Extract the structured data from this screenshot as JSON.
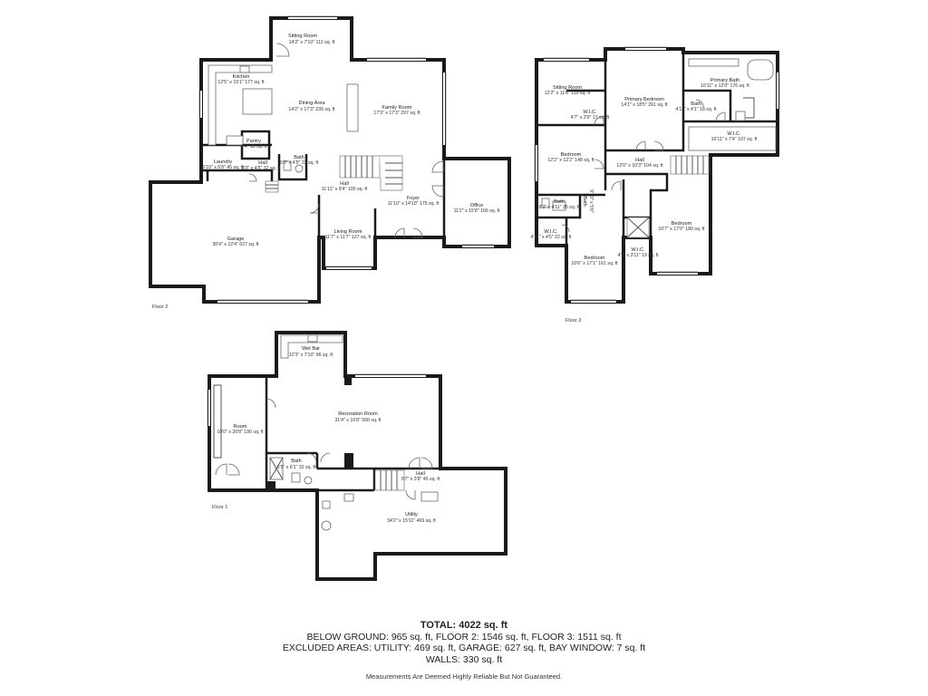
{
  "floors": [
    {
      "id": "floor-2",
      "label": "Floor 2",
      "rooms": [
        {
          "id": "sitting-room",
          "name": "Sitting Room",
          "dims": "14'2\" x 7'10\" 112 sq. ft"
        },
        {
          "id": "kitchen",
          "name": "Kitchen",
          "dims": "12'5\" x 15'1\" 177 sq. ft"
        },
        {
          "id": "dining-area",
          "name": "Dining Area",
          "dims": "14'2\" x 17'3\" 239 sq. ft"
        },
        {
          "id": "family-room",
          "name": "Family Room",
          "dims": "17'3\" x 17'3\" 297 sq. ft"
        },
        {
          "id": "pantry",
          "name": "Pantry",
          "dims": "4'4\" 18 sq. ft"
        },
        {
          "id": "laundry",
          "name": "Laundry",
          "dims": "6'10\" x 6'8\" 45 sq. ft"
        },
        {
          "id": "hall-small",
          "name": "Hall",
          "dims": "8'3\" x 4'5\" 32 sq. ft"
        },
        {
          "id": "bath",
          "name": "Bath",
          "dims": "5'0\" x 4'5\" 22 sq. ft"
        },
        {
          "id": "hall",
          "name": "Hall",
          "dims": "11'11\" x 8'4\" 100 sq. ft"
        },
        {
          "id": "foyer",
          "name": "Foyer",
          "dims": "11'10\" x 14'10\" 175 sq. ft"
        },
        {
          "id": "office",
          "name": "Office",
          "dims": "11'2\" x 15'8\" 166 sq. ft"
        },
        {
          "id": "garage",
          "name": "Garage",
          "dims": "30'4\" x 22'4\" 627 sq. ft"
        },
        {
          "id": "living-room",
          "name": "Living Room",
          "dims": "11'7\" x 11'7\" 127 sq. ft"
        }
      ]
    },
    {
      "id": "floor-3",
      "label": "Floor 3",
      "rooms": [
        {
          "id": "sitting-room",
          "name": "Sitting Room",
          "dims": "12'2\" x 11'6\" 119 sq. ft"
        },
        {
          "id": "primary-bedroom",
          "name": "Primary Bedroom",
          "dims": "14'1\" x 18'5\" 261 sq. ft"
        },
        {
          "id": "primary-bath",
          "name": "Primary Bath",
          "dims": "16'11\" x 12'0\" 176 sq. ft"
        },
        {
          "id": "wic-1",
          "name": "W.I.C.",
          "dims": "4'7\" x 3'9\" 17 sq. ft"
        },
        {
          "id": "bath-1",
          "name": "Bath",
          "dims": "4'11\" x 4'1\" 18 sq. ft"
        },
        {
          "id": "wic-2",
          "name": "W.I.C.",
          "dims": "16'11\" x 7'4\" 107 sq. ft"
        },
        {
          "id": "bedroom-1",
          "name": "Bedroom",
          "dims": "12'2\" x 12'2\" 148 sq. ft"
        },
        {
          "id": "hall",
          "name": "Hall",
          "dims": "12'0\" x 10'3\" 104 sq. ft"
        },
        {
          "id": "bath-2",
          "name": "Bath",
          "dims": "8'3\" x 4'11\" 35 sq. ft"
        },
        {
          "id": "bath-3",
          "name": "Bath",
          "dims": "9'10\" x 5'6\""
        },
        {
          "id": "wic-3",
          "name": "W.I.C.",
          "dims": "4'11\" x 4'5\" 22 sq. ft"
        },
        {
          "id": "bedroom-2",
          "name": "Bedroom",
          "dims": "10'6\" x 17'1\" 161 sq. ft"
        },
        {
          "id": "bedroom-3",
          "name": "Bedroom",
          "dims": "10'7\" x 17'0\" 180 sq. ft"
        },
        {
          "id": "wic-4",
          "name": "W.I.C.",
          "dims": "4'9\" x 3'11\" 19 sq. ft"
        }
      ]
    },
    {
      "id": "floor-1",
      "label": "Floor 1",
      "rooms": [
        {
          "id": "wet-bar",
          "name": "Wet Bar",
          "dims": "12'3\" x 7'10\" 96 sq. ft"
        },
        {
          "id": "room",
          "name": "Room",
          "dims": "10'0\" x 20'8\" 190 sq. ft"
        },
        {
          "id": "recreation-room",
          "name": "Recreation Room",
          "dims": "31'4\" x 16'8\" 500 sq. ft"
        },
        {
          "id": "bath",
          "name": "Bath",
          "dims": "6'9\" x 6'1\" 32 sq. ft"
        },
        {
          "id": "hall",
          "name": "Hall",
          "dims": "9'7\" x 3'8\" 45 sq. ft"
        },
        {
          "id": "utility",
          "name": "Utility",
          "dims": "34'2\" x 15'11\" 469 sq. ft"
        }
      ]
    }
  ],
  "summary": {
    "total": "TOTAL: 4022 sq. ft",
    "below_ground": "BELOW GROUND: 965 sq. ft, FLOOR 2: 1546 sq. ft, FLOOR 3: 1511 sq. ft",
    "excluded": "EXCLUDED AREAS: UTILITY: 469 sq. ft, GARAGE: 627 sq. ft, BAY WINDOW: 7 sq. ft",
    "walls": "WALLS: 330 sq. ft"
  },
  "disclaimer": "Measurements Are Deemed Highly Reliable But Not Guaranteed."
}
